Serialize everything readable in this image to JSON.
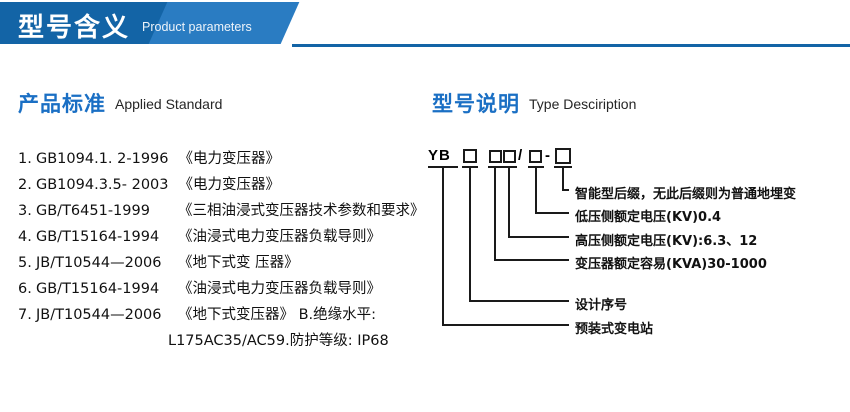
{
  "header": {
    "title_cn": "型号含义",
    "title_en": "Product parameters",
    "bar_dark_color": "#1364a6",
    "bar_light_color": "#2a7cc2"
  },
  "left_section": {
    "title_cn": "产品标准",
    "title_en": "Applied Standard",
    "accent_color": "#1a6fc4",
    "items": [
      {
        "index": "1.",
        "code": "GB1094.1. 2-1996",
        "name": "《电力变压器》"
      },
      {
        "index": "2.",
        "code": "GB1094.3.5- 2003",
        "name": "《电力变压器》"
      },
      {
        "index": "3.",
        "code": "GB/T6451-1999",
        "name": "《三相油浸式变压器技术参数和要求》"
      },
      {
        "index": "4.",
        "code": "GB/T15164-1994",
        "name": "《油浸式电力变压器负载导则》"
      },
      {
        "index": "5.",
        "code": "JB/T10544—2006",
        "name": "《地下式变 压器》"
      },
      {
        "index": "6.",
        "code": "GB/T15164-1994",
        "name": "《油浸式电力变压器负载导则》"
      },
      {
        "index": "7.",
        "code": "JB/T10544—2006",
        "name": "《地下式变压器》 B.绝缘水平:"
      }
    ],
    "continuation": "L175AC35/AC59.防护等级: IP68"
  },
  "right_section": {
    "title_cn": "型号说明",
    "title_en": "Type Desciription",
    "accent_color": "#1a6fc4",
    "model_code": {
      "prefix": "YB",
      "slash": "/",
      "dash": "-",
      "box_count": 5
    },
    "labels": [
      {
        "id": "suffix",
        "text": "智能型后缀，无此后缀则为普通地埋变"
      },
      {
        "id": "lv-voltage",
        "text": "低压侧额定电压(KV)0.4"
      },
      {
        "id": "hv-voltage",
        "text": "高压侧额定电压(KV):6.3、12"
      },
      {
        "id": "rated-capacity",
        "text": "变压器额定容易(KVA)30-1000"
      },
      {
        "id": "design-serial",
        "text": "设计序号"
      },
      {
        "id": "substation-type",
        "text": "预装式变电站"
      }
    ]
  }
}
